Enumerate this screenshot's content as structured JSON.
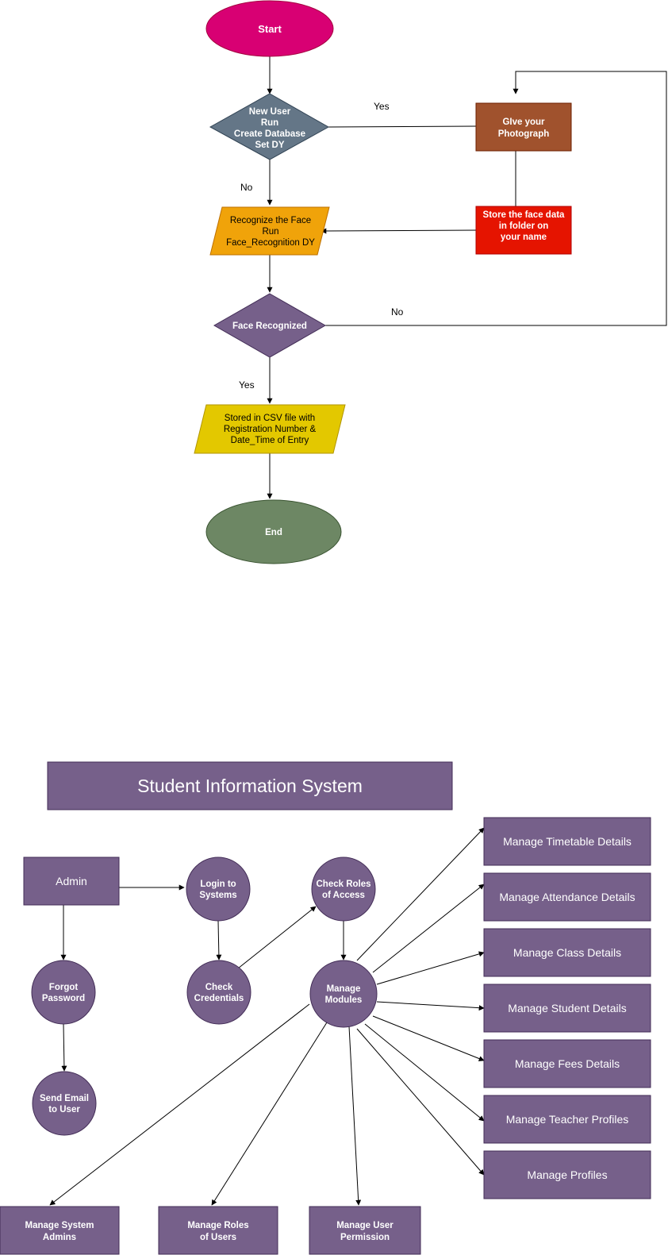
{
  "flowchart": {
    "start": "Start",
    "new_user": [
      "New User",
      "Run",
      "Create Database",
      "Set DY"
    ],
    "give_photo": [
      "GIve your",
      "Photograph"
    ],
    "store_face": [
      "Store the face data",
      "in folder on",
      "your name"
    ],
    "recognize": [
      "Recognize the Face",
      "Run",
      "Face_Recognition DY"
    ],
    "face_recognized": "Face Recognized",
    "stored_csv": [
      "Stored in CSV file with",
      "Registration Number &",
      "Date_Time of Entry"
    ],
    "end": "End",
    "label_yes_top": "Yes",
    "label_no_left": "No",
    "label_no_right": "No",
    "label_yes_bottom": "Yes"
  },
  "sis": {
    "title": "Student Information System",
    "admin": "Admin",
    "login": [
      "Login to",
      "Systems"
    ],
    "check_roles": [
      "Check Roles",
      "of Access"
    ],
    "forgot": [
      "Forgot",
      "Password"
    ],
    "check_credentials": [
      "Check",
      "Credentials"
    ],
    "manage_modules": [
      "Manage",
      "Modules"
    ],
    "send_email": [
      "Send Email",
      "to User"
    ],
    "modules_right": [
      "Manage Timetable Details",
      "Manage Attendance Details",
      "Manage Class Details",
      "Manage Student Details",
      "Manage Fees Details",
      "Manage Teacher Profiles",
      "Manage Profiles"
    ],
    "modules_bottom": [
      [
        "Manage System",
        "Admins"
      ],
      [
        "Manage Roles",
        "of Users"
      ],
      [
        "Manage User",
        "Permission"
      ]
    ]
  },
  "colors": {
    "start": "#d80073",
    "decision": "#647687",
    "photo": "#a0522d",
    "store": "#e51400",
    "recognize": "#f0a30a",
    "purple": "#76608a",
    "csv": "#e3c800",
    "end": "#6d8764"
  }
}
